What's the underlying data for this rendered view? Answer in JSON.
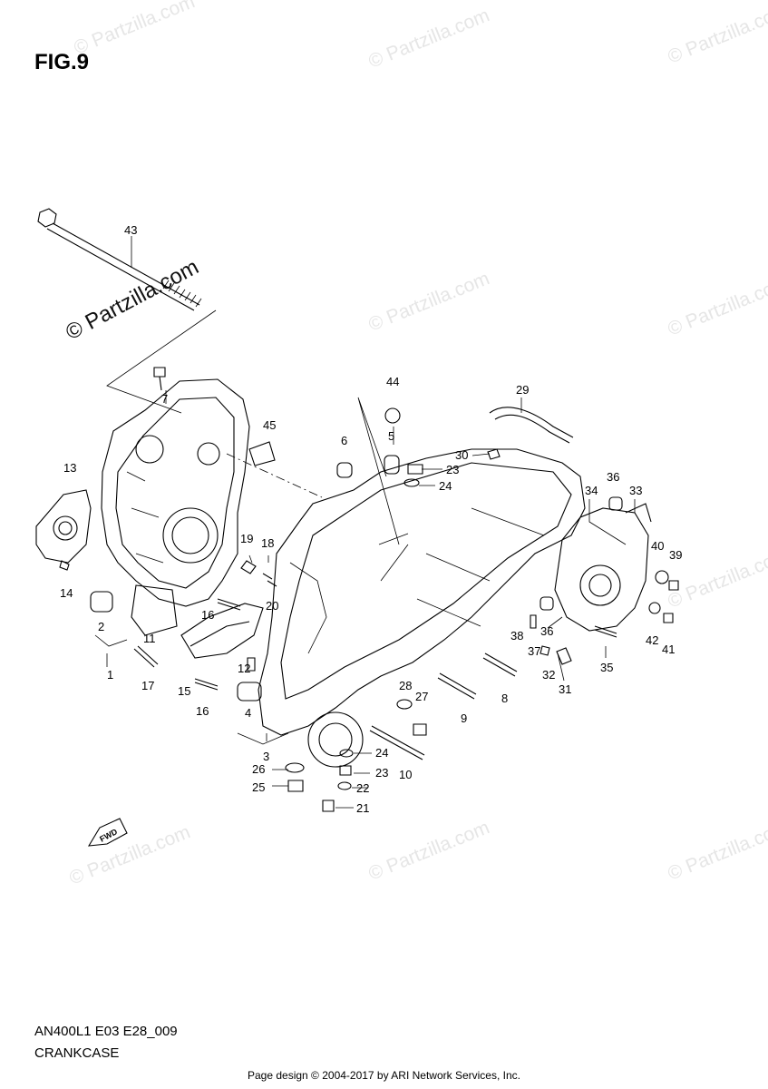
{
  "figure": {
    "title": "FIG.9",
    "code": "AN400L1 E03 E28_009",
    "name": "CRANKCASE"
  },
  "footer": "Page design © 2004-2017 by ARI Network Services, Inc.",
  "watermark": {
    "small": "© Partzilla.com",
    "large": "© Partzilla.com"
  },
  "fwd_label": "FWD",
  "callouts": [
    {
      "id": "c1",
      "label": "1"
    },
    {
      "id": "c2",
      "label": "2"
    },
    {
      "id": "c3",
      "label": "3"
    },
    {
      "id": "c4",
      "label": "4"
    },
    {
      "id": "c5",
      "label": "5"
    },
    {
      "id": "c6",
      "label": "6"
    },
    {
      "id": "c7",
      "label": "7"
    },
    {
      "id": "c8",
      "label": "8"
    },
    {
      "id": "c9",
      "label": "9"
    },
    {
      "id": "c10",
      "label": "10"
    },
    {
      "id": "c11",
      "label": "11"
    },
    {
      "id": "c12",
      "label": "12"
    },
    {
      "id": "c13",
      "label": "13"
    },
    {
      "id": "c14",
      "label": "14"
    },
    {
      "id": "c15",
      "label": "15"
    },
    {
      "id": "c16a",
      "label": "16"
    },
    {
      "id": "c16b",
      "label": "16"
    },
    {
      "id": "c17",
      "label": "17"
    },
    {
      "id": "c18",
      "label": "18"
    },
    {
      "id": "c19",
      "label": "19"
    },
    {
      "id": "c20",
      "label": "20"
    },
    {
      "id": "c21",
      "label": "21"
    },
    {
      "id": "c22",
      "label": "22"
    },
    {
      "id": "c23a",
      "label": "23"
    },
    {
      "id": "c23b",
      "label": "23"
    },
    {
      "id": "c24a",
      "label": "24"
    },
    {
      "id": "c24b",
      "label": "24"
    },
    {
      "id": "c25",
      "label": "25"
    },
    {
      "id": "c26",
      "label": "26"
    },
    {
      "id": "c27",
      "label": "27"
    },
    {
      "id": "c28",
      "label": "28"
    },
    {
      "id": "c29",
      "label": "29"
    },
    {
      "id": "c30",
      "label": "30"
    },
    {
      "id": "c31",
      "label": "31"
    },
    {
      "id": "c32",
      "label": "32"
    },
    {
      "id": "c33",
      "label": "33"
    },
    {
      "id": "c34",
      "label": "34"
    },
    {
      "id": "c35",
      "label": "35"
    },
    {
      "id": "c36a",
      "label": "36"
    },
    {
      "id": "c36b",
      "label": "36"
    },
    {
      "id": "c37",
      "label": "37"
    },
    {
      "id": "c38",
      "label": "38"
    },
    {
      "id": "c39",
      "label": "39"
    },
    {
      "id": "c40",
      "label": "40"
    },
    {
      "id": "c41",
      "label": "41"
    },
    {
      "id": "c42",
      "label": "42"
    },
    {
      "id": "c43",
      "label": "43"
    },
    {
      "id": "c44",
      "label": "44"
    },
    {
      "id": "c45",
      "label": "45"
    }
  ]
}
